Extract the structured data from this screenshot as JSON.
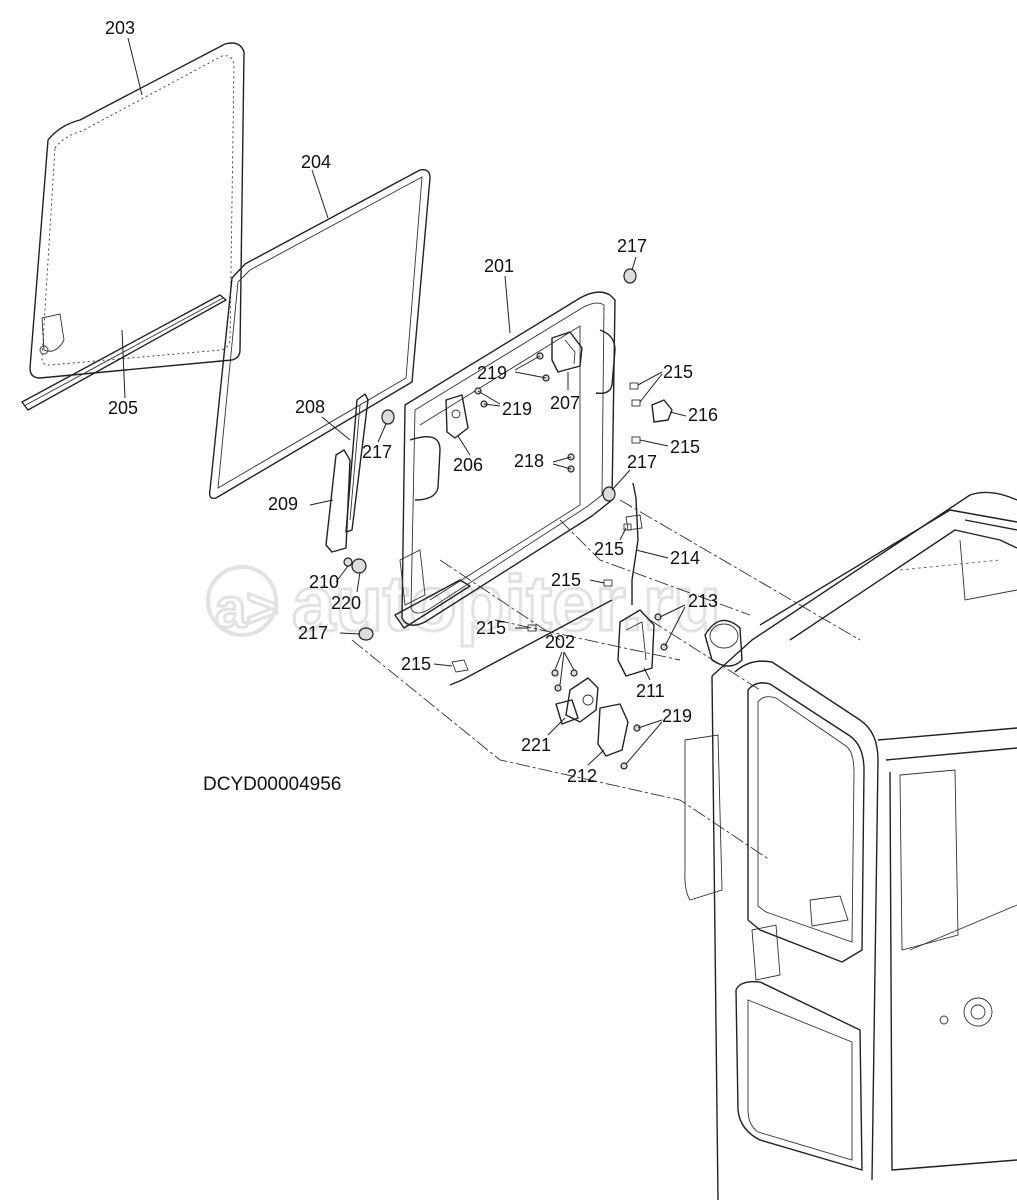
{
  "diagram": {
    "code": "DCYD00004956",
    "watermark": "autopiter.ru",
    "labels": {
      "l203": "203",
      "l204": "204",
      "l205": "205",
      "l201": "201",
      "l217a": "217",
      "l219a": "219",
      "l219b": "219",
      "l207": "207",
      "l215a": "215",
      "l216": "216",
      "l215b": "215",
      "l208": "208",
      "l217b": "217",
      "l206": "206",
      "l218": "218",
      "l217c": "217",
      "l209": "209",
      "l214": "214",
      "l215c": "215",
      "l215d": "215",
      "l210": "210",
      "l220": "220",
      "l213": "213",
      "l217d": "217",
      "l215e": "215",
      "l202": "202",
      "l211": "211",
      "l219c": "219",
      "l221": "221",
      "l212": "212",
      "l215f": "215"
    }
  }
}
